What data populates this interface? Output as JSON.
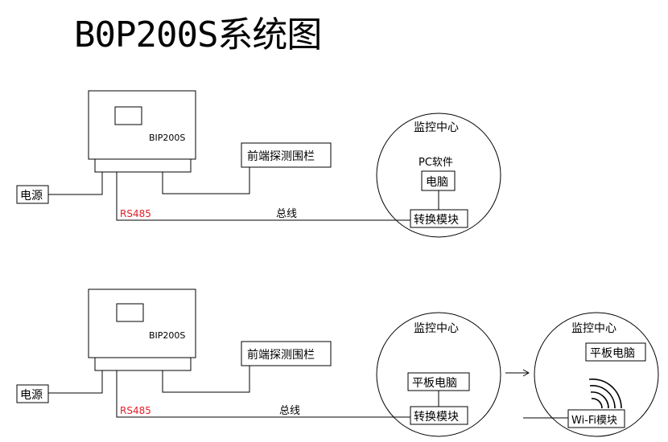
{
  "title": "B0P200S系统图",
  "colors": {
    "line": "#000000",
    "rs485": "#e0202a",
    "background": "#ffffff"
  },
  "diagram_top": {
    "controller_label": "BIP200S",
    "fence_label": "前端探测围栏",
    "power_label": "电源",
    "rs485_label": "RS485",
    "bus_label": "总线",
    "center_title": "监控中心",
    "pc_software_label": "PC软件",
    "computer_label": "电脑",
    "converter_label": "转换模块"
  },
  "diagram_bottom": {
    "controller_label": "BIP200S",
    "fence_label": "前端探测围栏",
    "power_label": "电源",
    "rs485_label": "RS485",
    "bus_label": "总线",
    "center_title": "监控中心",
    "tablet_label": "平板电脑",
    "converter_label": "转换模块",
    "remote_center_title": "监控中心",
    "remote_tablet_label": "平板电脑",
    "wifi_label": "Wi-Fi模块",
    "wifi_icon": "wifi-signal-icon"
  }
}
